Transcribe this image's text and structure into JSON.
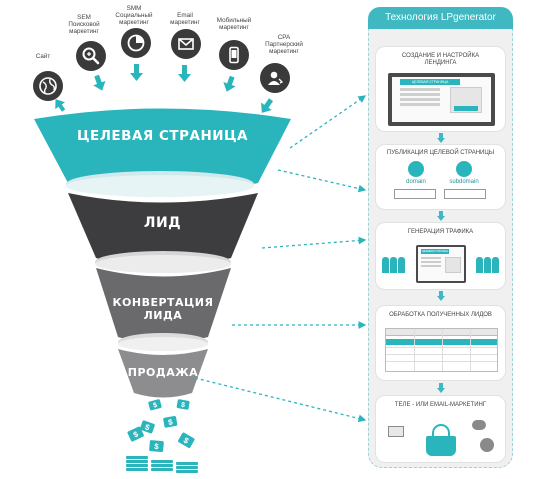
{
  "channels": [
    {
      "id": "site",
      "label": "Сайт",
      "icon": "globe-icon"
    },
    {
      "id": "sem",
      "label": "SEM\nПоисковой\nмаркетинг",
      "icon": "search-icon"
    },
    {
      "id": "smm",
      "label": "SMM\nСоциальный\nмаркетинг",
      "icon": "pie-chart-icon"
    },
    {
      "id": "email",
      "label": "Email\nмаркетинг",
      "icon": "envelope-icon"
    },
    {
      "id": "mobile",
      "label": "Мобильный\nмаркетинг",
      "icon": "phone-icon"
    },
    {
      "id": "cpa",
      "label": "CPA\nПартнерский\nмаркетинг",
      "icon": "user-icon"
    }
  ],
  "funnel": [
    {
      "id": "landing",
      "label": "ЦЕЛЕВАЯ СТРАНИЦА",
      "color": "#2ab5bd"
    },
    {
      "id": "lead",
      "label": "ЛИД",
      "color": "#3d3d3f"
    },
    {
      "id": "conversion",
      "label": "КОНВЕРТАЦИЯ\nЛИДА",
      "color": "#6a6a6c"
    },
    {
      "id": "sale",
      "label": "ПРОДАЖА",
      "color": "#8d8d8f"
    }
  ],
  "panel": {
    "title": "Технология LPgenerator",
    "steps": [
      {
        "id": "create",
        "title": "СОЗДАНИЕ И НАСТРОЙКА\nЛЕНДИНГА",
        "mock_title": "ЦЕЛЕВАЯ СТРАНИЦА"
      },
      {
        "id": "publish",
        "title": "ПУБЛИКАЦИЯ ЦЕЛЕВОЙ СТРАНИЦЫ",
        "domain": "domain",
        "subdomain": "subdomain"
      },
      {
        "id": "traffic",
        "title": "ГЕНЕРАЦИЯ ТРАФИКА",
        "mock_title": "ЦЕЛЕВАЯ СТРАНИЦА"
      },
      {
        "id": "leads",
        "title": "ОБРАБОТКА ПОЛУЧЕННЫХ ЛИДОВ"
      },
      {
        "id": "marketing",
        "title": "ТЕЛЕ - ИЛИ EMAIL-МАРКЕТИНГ"
      }
    ]
  },
  "colors": {
    "accent": "#2ab5bd",
    "dark": "#3d3d3f",
    "mid": "#6a6a6c",
    "light": "#8d8d8f",
    "money": "#2ab5bd"
  }
}
